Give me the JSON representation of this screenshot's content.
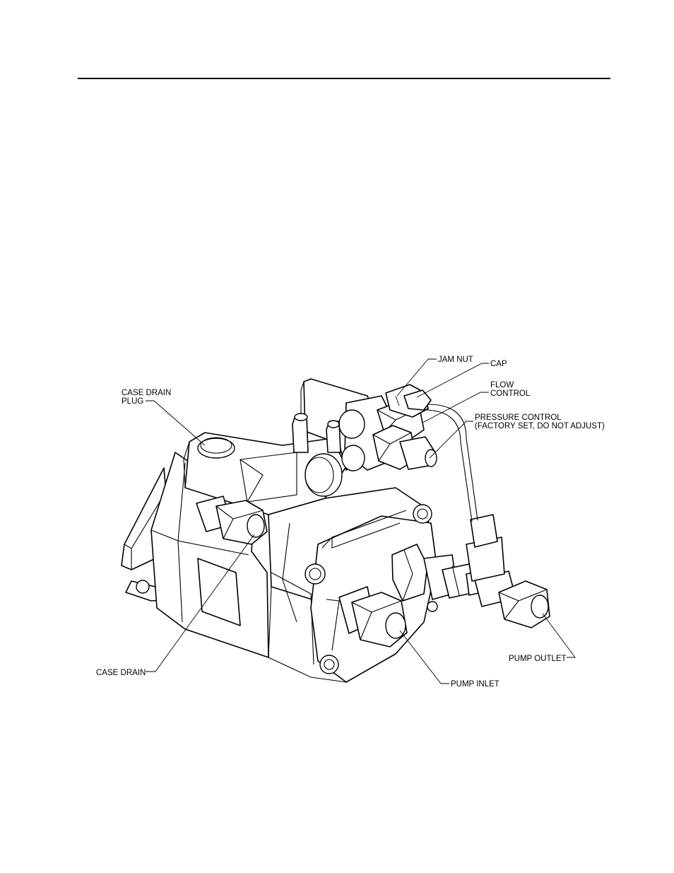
{
  "diagram": {
    "labels": {
      "case_drain_plug_l1": "CASE DRAIN",
      "case_drain_plug_l2": "PLUG",
      "jam_nut": "JAM NUT",
      "cap": "CAP",
      "flow_control_l1": "FLOW",
      "flow_control_l2": "CONTROL",
      "pressure_control_l1": "PRESSURE CONTROL",
      "pressure_control_l2": "(FACTORY SET, DO NOT ADJUST)",
      "case_drain": "CASE DRAIN",
      "pump_inlet": "PUMP INLET",
      "pump_outlet": "PUMP OUTLET"
    }
  }
}
